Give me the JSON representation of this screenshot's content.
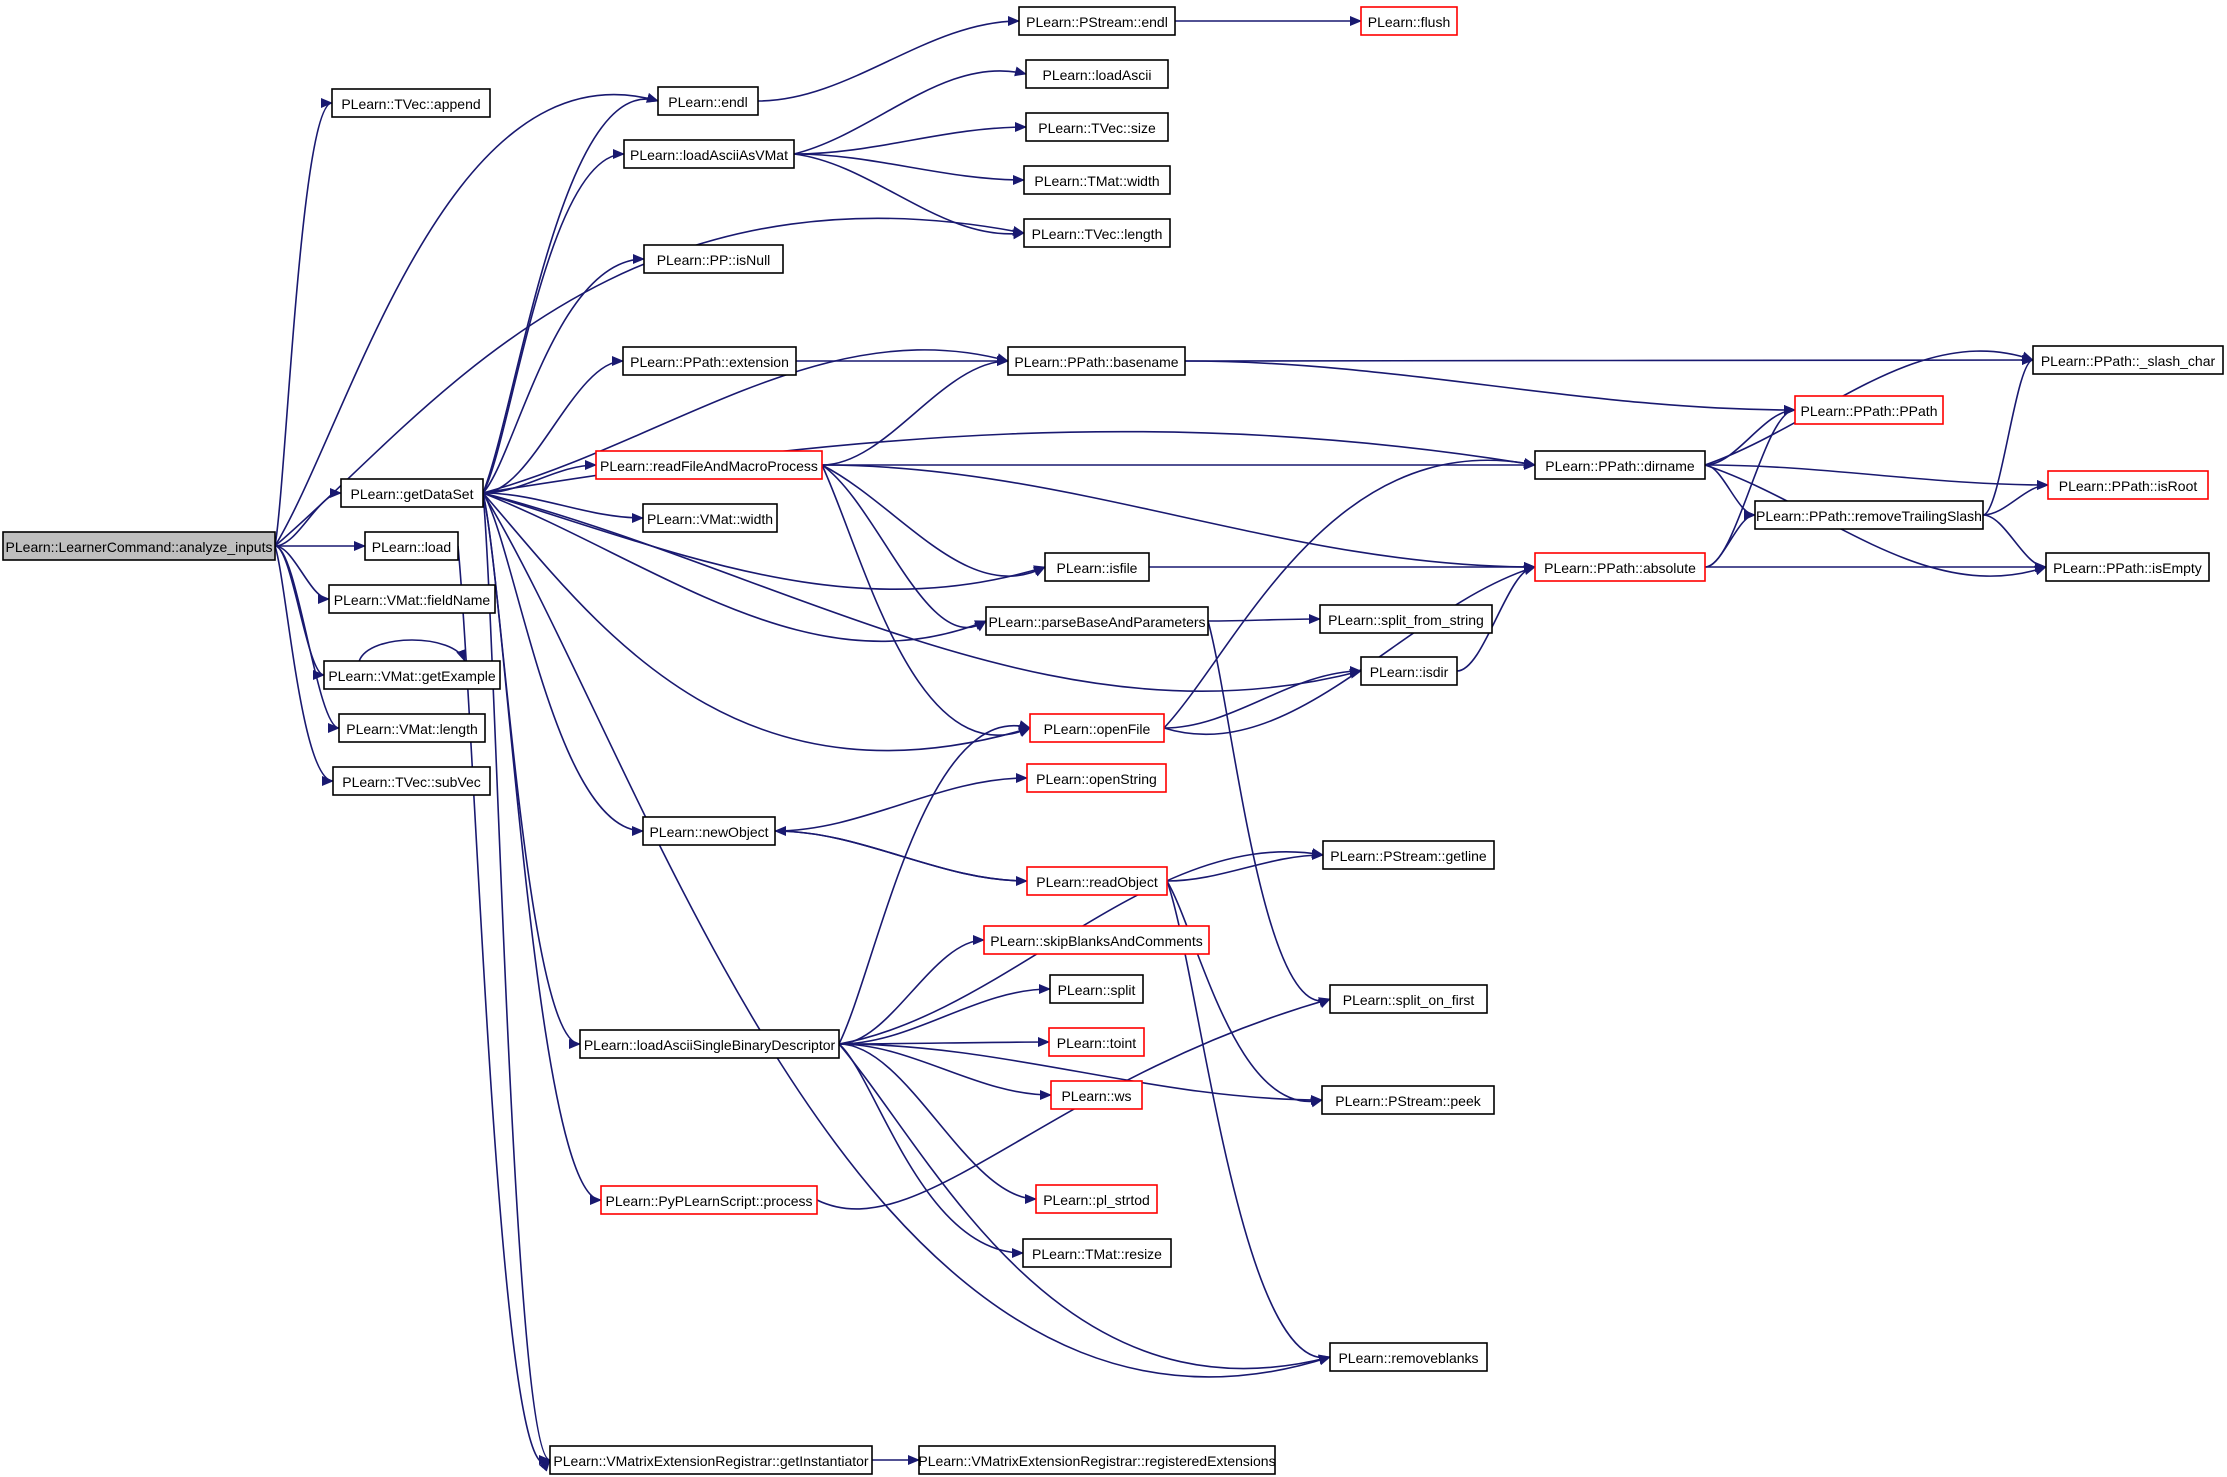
{
  "colors": {
    "edge": "#191970",
    "border_default": "#000000",
    "border_red": "#ff0000",
    "root_fill": "#bfbfbf",
    "node_fill": "#ffffff"
  },
  "nodes": [
    {
      "id": "analyze",
      "label": "PLearn::LearnerCommand::analyze_inputs",
      "style": "root"
    },
    {
      "id": "tvec_append",
      "label": "PLearn::TVec::append",
      "style": "normal"
    },
    {
      "id": "getdataset",
      "label": "PLearn::getDataSet",
      "style": "normal"
    },
    {
      "id": "load",
      "label": "PLearn::load",
      "style": "normal"
    },
    {
      "id": "fieldname",
      "label": "PLearn::VMat::fieldName",
      "style": "normal"
    },
    {
      "id": "getexample",
      "label": "PLearn::VMat::getExample",
      "style": "normal"
    },
    {
      "id": "vmat_length",
      "label": "PLearn::VMat::length",
      "style": "normal"
    },
    {
      "id": "subvec",
      "label": "PLearn::TVec::subVec",
      "style": "normal"
    },
    {
      "id": "endl",
      "label": "PLearn::endl",
      "style": "normal"
    },
    {
      "id": "loadasciiasvmat",
      "label": "PLearn::loadAsciiAsVMat",
      "style": "normal"
    },
    {
      "id": "isnull",
      "label": "PLearn::PP::isNull",
      "style": "normal"
    },
    {
      "id": "extension",
      "label": "PLearn::PPath::extension",
      "style": "normal"
    },
    {
      "id": "readfile",
      "label": "PLearn::readFileAndMacroProcess",
      "style": "red"
    },
    {
      "id": "vmat_width",
      "label": "PLearn::VMat::width",
      "style": "normal"
    },
    {
      "id": "newobject",
      "label": "PLearn::newObject",
      "style": "normal"
    },
    {
      "id": "loadasciisbd",
      "label": "PLearn::loadAsciiSingleBinaryDescriptor",
      "style": "normal"
    },
    {
      "id": "pyprocess",
      "label": "PLearn::PyPLearnScript::process",
      "style": "red"
    },
    {
      "id": "getinst",
      "label": "PLearn::VMatrixExtensionRegistrar::getInstantiator",
      "style": "normal"
    },
    {
      "id": "pstream_endl",
      "label": "PLearn::PStream::endl",
      "style": "normal"
    },
    {
      "id": "loadascii",
      "label": "PLearn::loadAscii",
      "style": "normal"
    },
    {
      "id": "tvec_size",
      "label": "PLearn::TVec::size",
      "style": "normal"
    },
    {
      "id": "tmat_width",
      "label": "PLearn::TMat::width",
      "style": "normal"
    },
    {
      "id": "tvec_length",
      "label": "PLearn::TVec::length",
      "style": "normal"
    },
    {
      "id": "basename",
      "label": "PLearn::PPath::basename",
      "style": "normal"
    },
    {
      "id": "isfile",
      "label": "PLearn::isfile",
      "style": "normal"
    },
    {
      "id": "parsebase",
      "label": "PLearn::parseBaseAndParameters",
      "style": "normal"
    },
    {
      "id": "openfile",
      "label": "PLearn::openFile",
      "style": "red"
    },
    {
      "id": "openstring",
      "label": "PLearn::openString",
      "style": "red"
    },
    {
      "id": "readobject",
      "label": "PLearn::readObject",
      "style": "red"
    },
    {
      "id": "skipblanks",
      "label": "PLearn::skipBlanksAndComments",
      "style": "red"
    },
    {
      "id": "split",
      "label": "PLearn::split",
      "style": "normal"
    },
    {
      "id": "toint",
      "label": "PLearn::toint",
      "style": "red"
    },
    {
      "id": "ws",
      "label": "PLearn::ws",
      "style": "red"
    },
    {
      "id": "plstrtod",
      "label": "PLearn::pl_strtod",
      "style": "red"
    },
    {
      "id": "tmat_resize",
      "label": "PLearn::TMat::resize",
      "style": "normal"
    },
    {
      "id": "regext",
      "label": "PLearn::VMatrixExtensionRegistrar::registeredExtensions",
      "style": "normal"
    },
    {
      "id": "flush",
      "label": "PLearn::flush",
      "style": "red"
    },
    {
      "id": "split_from_string",
      "label": "PLearn::split_from_string",
      "style": "normal"
    },
    {
      "id": "isdir",
      "label": "PLearn::isdir",
      "style": "normal"
    },
    {
      "id": "getline",
      "label": "PLearn::PStream::getline",
      "style": "normal"
    },
    {
      "id": "splitonfirst",
      "label": "PLearn::split_on_first",
      "style": "normal"
    },
    {
      "id": "peek",
      "label": "PLearn::PStream::peek",
      "style": "normal"
    },
    {
      "id": "removeblanks",
      "label": "PLearn::removeblanks",
      "style": "normal"
    },
    {
      "id": "dirname",
      "label": "PLearn::PPath::dirname",
      "style": "normal"
    },
    {
      "id": "absolute",
      "label": "PLearn::PPath::absolute",
      "style": "red"
    },
    {
      "id": "ppath",
      "label": "PLearn::PPath::PPath",
      "style": "red"
    },
    {
      "id": "removetrailing",
      "label": "PLearn::PPath::removeTrailingSlash",
      "style": "normal"
    },
    {
      "id": "slashchar",
      "label": "PLearn::PPath::_slash_char",
      "style": "normal"
    },
    {
      "id": "isroot",
      "label": "PLearn::PPath::isRoot",
      "style": "red"
    },
    {
      "id": "isempty",
      "label": "PLearn::PPath::isEmpty",
      "style": "normal"
    }
  ],
  "edges": [
    [
      "analyze",
      "tvec_append"
    ],
    [
      "analyze",
      "endl"
    ],
    [
      "analyze",
      "tvec_length"
    ],
    [
      "analyze",
      "getdataset"
    ],
    [
      "analyze",
      "load"
    ],
    [
      "analyze",
      "fieldname"
    ],
    [
      "analyze",
      "getexample"
    ],
    [
      "analyze",
      "vmat_length"
    ],
    [
      "analyze",
      "subvec"
    ],
    [
      "getexample",
      "getexample"
    ],
    [
      "getdataset",
      "endl"
    ],
    [
      "getdataset",
      "loadasciiasvmat"
    ],
    [
      "getdataset",
      "isnull"
    ],
    [
      "getdataset",
      "basename"
    ],
    [
      "getdataset",
      "extension"
    ],
    [
      "getdataset",
      "dirname"
    ],
    [
      "getdataset",
      "readfile"
    ],
    [
      "getdataset",
      "vmat_width"
    ],
    [
      "getdataset",
      "isfile"
    ],
    [
      "getdataset",
      "parsebase"
    ],
    [
      "getdataset",
      "isdir"
    ],
    [
      "getdataset",
      "openfile"
    ],
    [
      "getdataset",
      "newobject"
    ],
    [
      "getdataset",
      "loadasciisbd"
    ],
    [
      "getdataset",
      "pyprocess"
    ],
    [
      "getdataset",
      "removeblanks"
    ],
    [
      "getdataset",
      "getinst"
    ],
    [
      "load",
      "getinst"
    ],
    [
      "endl",
      "pstream_endl"
    ],
    [
      "pstream_endl",
      "flush"
    ],
    [
      "loadasciiasvmat",
      "loadascii"
    ],
    [
      "loadasciiasvmat",
      "tvec_size"
    ],
    [
      "loadasciiasvmat",
      "tmat_width"
    ],
    [
      "loadasciiasvmat",
      "tvec_length"
    ],
    [
      "extension",
      "basename"
    ],
    [
      "readfile",
      "basename"
    ],
    [
      "readfile",
      "dirname"
    ],
    [
      "readfile",
      "absolute"
    ],
    [
      "readfile",
      "isfile"
    ],
    [
      "readfile",
      "parsebase"
    ],
    [
      "readfile",
      "openfile"
    ],
    [
      "basename",
      "slashchar"
    ],
    [
      "basename",
      "ppath"
    ],
    [
      "dirname",
      "slashchar"
    ],
    [
      "dirname",
      "ppath"
    ],
    [
      "dirname",
      "isroot"
    ],
    [
      "dirname",
      "removetrailing"
    ],
    [
      "dirname",
      "isempty"
    ],
    [
      "removetrailing",
      "slashchar"
    ],
    [
      "removetrailing",
      "isroot"
    ],
    [
      "removetrailing",
      "isempty"
    ],
    [
      "absolute",
      "ppath"
    ],
    [
      "absolute",
      "removetrailing"
    ],
    [
      "absolute",
      "isempty"
    ],
    [
      "isfile",
      "absolute"
    ],
    [
      "parsebase",
      "split_from_string"
    ],
    [
      "parsebase",
      "splitonfirst"
    ],
    [
      "isdir",
      "absolute"
    ],
    [
      "openfile",
      "isdir"
    ],
    [
      "openfile",
      "dirname"
    ],
    [
      "openfile",
      "absolute"
    ],
    [
      "newobject",
      "openstring"
    ],
    [
      "newobject",
      "readobject"
    ],
    [
      "readobject",
      "newobject"
    ],
    [
      "readobject",
      "getline"
    ],
    [
      "readobject",
      "peek"
    ],
    [
      "readobject",
      "removeblanks"
    ],
    [
      "loadasciisbd",
      "openfile"
    ],
    [
      "loadasciisbd",
      "getline"
    ],
    [
      "loadasciisbd",
      "skipblanks"
    ],
    [
      "loadasciisbd",
      "split"
    ],
    [
      "loadasciisbd",
      "toint"
    ],
    [
      "loadasciisbd",
      "ws"
    ],
    [
      "loadasciisbd",
      "peek"
    ],
    [
      "loadasciisbd",
      "plstrtod"
    ],
    [
      "loadasciisbd",
      "tmat_resize"
    ],
    [
      "loadasciisbd",
      "removeblanks"
    ],
    [
      "pyprocess",
      "splitonfirst"
    ],
    [
      "getinst",
      "regext"
    ]
  ]
}
